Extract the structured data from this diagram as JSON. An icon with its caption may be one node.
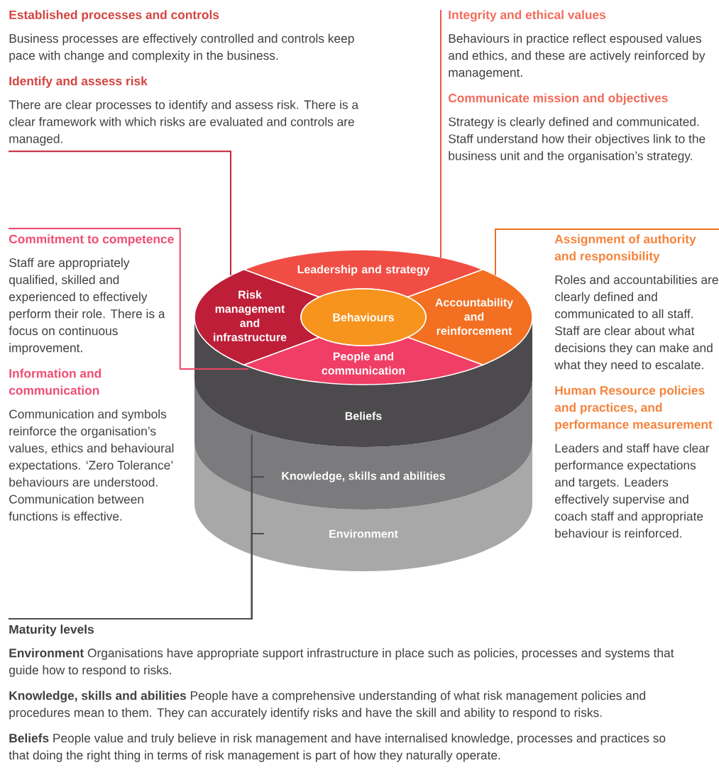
{
  "diagram": {
    "nodes": [
      {
        "text": [
          "Established processes and controls",
          "Business processes are effectively controlled and controls keep pace with change and complexity in the business.",
          "Identify and assess risk",
          "There are clear processes to identify and assess risk. There is a clear framework with which risks are evaluated and controls are managed."
        ]
      },
      {
        "text": [
          "Integrity and ethical values",
          "Behaviours in practice reflect espoused values and ethics, and these are actively reinforced by management.",
          "Communicate mission and objectives",
          "Strategy is clearly defined and communicated. Staff understand how their objectives link to the business unit and the organisation’s strategy."
        ]
      },
      {
        "text": [
          "Commitment to competence",
          "Staff are appropriately qualified, skilled and experienced to effectively perform their role. There is a focus on continuous improvement.",
          "Information and communication",
          "Communication and symbols reinforce the organisation’s values, ethics and behavioural expectations. ‘Zero Tolerance’ behaviours are understood. Communication between functions is effective."
        ]
      },
      {
        "text": [
          "Assignment of authority and responsibility",
          "Roles and accountabilities are clearly defined and communicated to all staff. Staff are clear about what decisions they can make and what they need to escalate.",
          "Human Resource policies and practices, and performance measurement",
          "Leaders and staff have clear performance expectations and targets. Leaders effectively supervise and coach staff and appropriate behaviour is reinforced."
        ]
      },
      {
        "text": [
          "Maturity levels",
          "**Environment** Organisations have appropriate support infrastructure in place such as policies, processes and systems that guide how to respond to risks.",
          "**Knowledge, skills and abilities** People have a comprehensive understanding of what risk management policies and procedures mean to them. They can accurately identify risks and have the skill and ability to respond to risks.",
          "**Beliefs** People value and truly believe in risk management and have internalised knowledge, processes and practices so that doing the right thing in terms of risk management is part of how they naturally operate."
        ]
      },
      {
        "text": [
          "Leadership and strategy"
        ]
      },
      {
        "text": [
          "Risk management and infrastructure"
        ]
      },
      {
        "text": [
          "Accountability and reinforcement"
        ]
      },
      {
        "text": [
          "Behaviours"
        ]
      },
      {
        "text": [
          "People and communication"
        ]
      },
      {
        "text": [
          "Beliefs"
        ]
      },
      {
        "text": [
          "Knowledge, skills and abilities"
        ]
      },
      {
        "text": [
          "Environment"
        ]
      }
    ],
    "edges": [
      {
        "from": 0,
        "to": 6,
        "arrow": "none",
        "color": "#c0233a"
      },
      {
        "from": 1,
        "to": 5,
        "arrow": "none",
        "color": "#f0564a"
      },
      {
        "from": 2,
        "to": 9,
        "arrow": "none",
        "color": "#ee4569"
      },
      {
        "from": 3,
        "to": 7,
        "arrow": "none",
        "color": "#f36f21"
      },
      {
        "from": 4,
        "to": 10,
        "arrow": "none",
        "color": "#4c4a4c"
      },
      {
        "from": 4,
        "to": 11,
        "arrow": "none",
        "color": "#4c4a4c"
      },
      {
        "from": 4,
        "to": 12,
        "arrow": "none",
        "color": "#4c4a4c"
      }
    ]
  }
}
